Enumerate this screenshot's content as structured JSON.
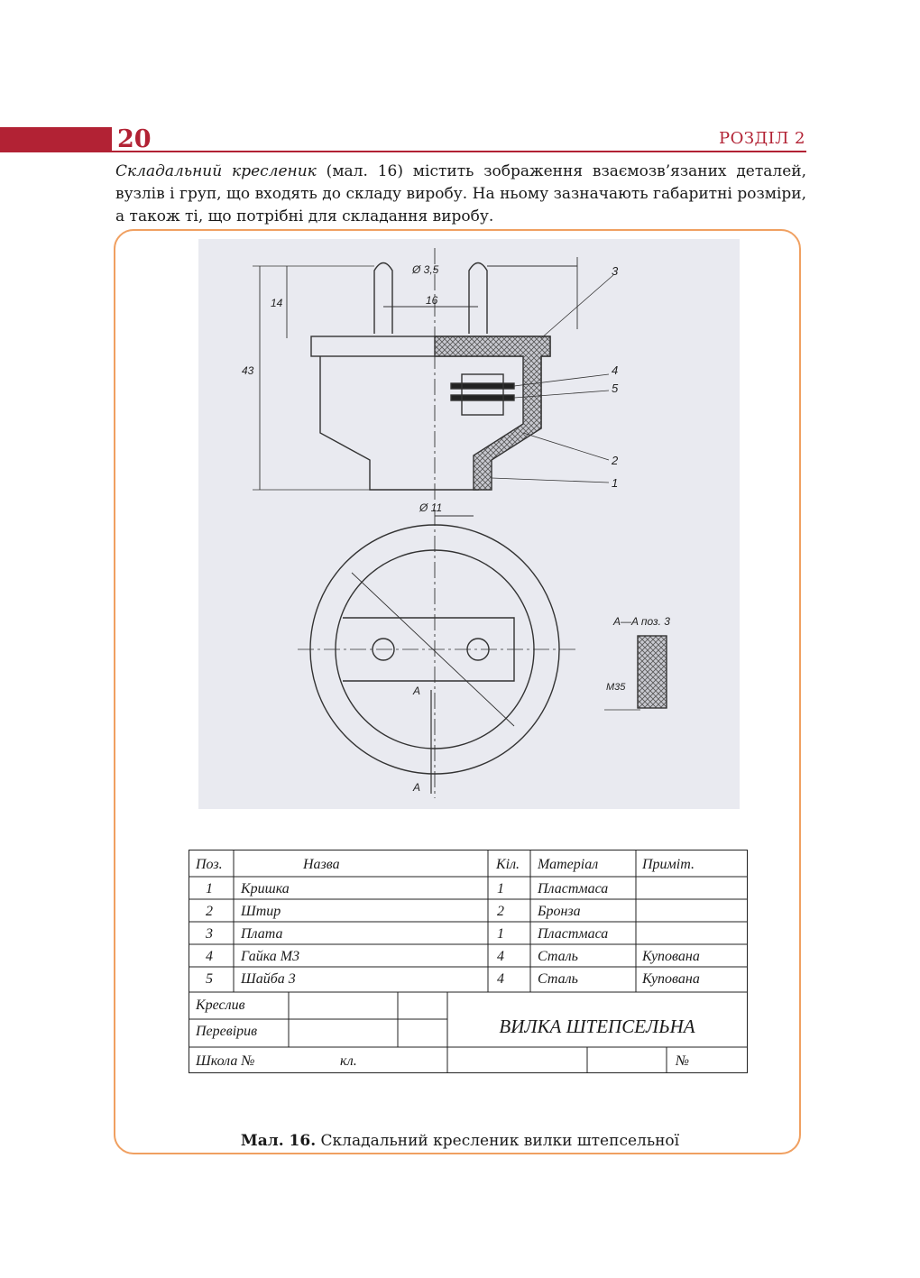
{
  "header": {
    "page_number": "20",
    "section": "РОЗДІЛ 2"
  },
  "intro": {
    "term": "Складальний кресленик",
    "text": " (мал. 16) містить зображення взаємозв’язаних деталей, вузлів і груп, що входять до складу виробу. На ньому зазначають габаритні розміри, а також ті, що потрібні для складання виробу."
  },
  "drawing": {
    "dims": {
      "d1": "Ø 3,5",
      "d2": "16",
      "d3": "14",
      "d4": "43",
      "d5": "Ø 11",
      "d6": "M35"
    },
    "callouts": [
      "3",
      "4",
      "5",
      "2",
      "1"
    ],
    "section_mark": "A",
    "section_title": "A—A поз. 3"
  },
  "spec_table": {
    "headers": {
      "pos": "Поз.",
      "name": "Назва",
      "qty": "Кіл.",
      "material": "Матеріал",
      "note": "Приміт."
    },
    "rows": [
      {
        "pos": "1",
        "name": "Кришка",
        "qty": "1",
        "material": "Пластмаса",
        "note": ""
      },
      {
        "pos": "2",
        "name": "Штир",
        "qty": "2",
        "material": "Бронза",
        "note": ""
      },
      {
        "pos": "3",
        "name": "Плата",
        "qty": "1",
        "material": "Пластмаса",
        "note": ""
      },
      {
        "pos": "4",
        "name": "Гайка М3",
        "qty": "4",
        "material": "Сталь",
        "note": "Купована"
      },
      {
        "pos": "5",
        "name": "Шайба 3",
        "qty": "4",
        "material": "Сталь",
        "note": "Купована"
      }
    ],
    "title_block": {
      "drew": "Креслив",
      "checked": "Перевірив",
      "title": "ВИЛКА ШТЕПСЕЛЬНА",
      "school": "Школа №",
      "class": "кл.",
      "number": "№"
    }
  },
  "caption": {
    "label": "Мал. 16.",
    "text": " Складальний кресленик вилки штепсельної"
  },
  "colors": {
    "accent": "#b22234",
    "frame": "#f0a061",
    "drawing_bg": "#e9eaf0"
  }
}
